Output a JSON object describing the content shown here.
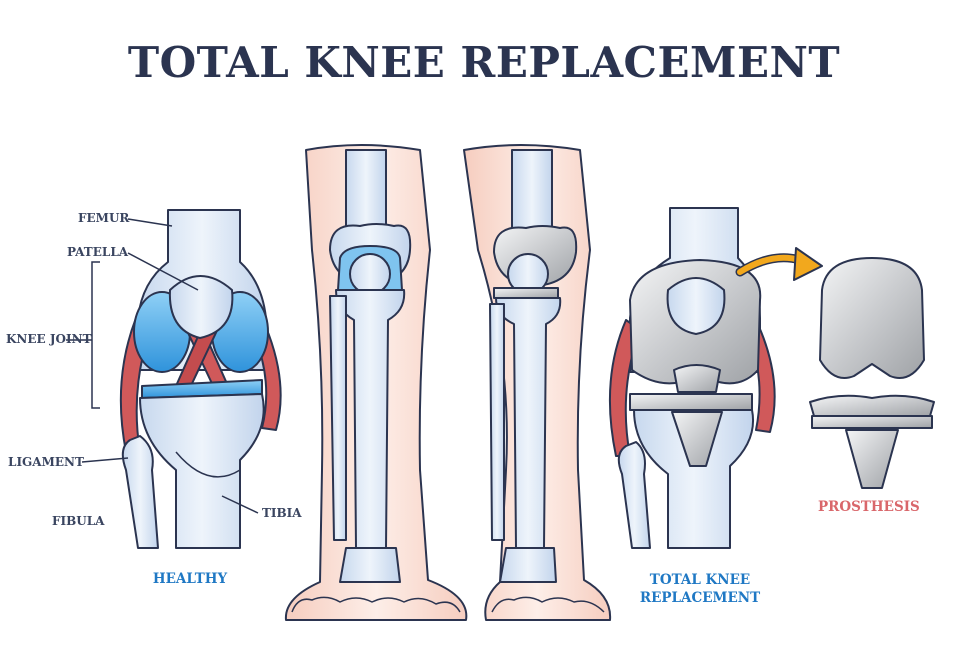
{
  "title": "TOTAL KNEE REPLACEMENT",
  "labels": {
    "femur": "FEMUR",
    "patella": "PATELLA",
    "knee_joint": "KNEE JOINT",
    "ligament": "LIGAMENT",
    "fibula": "FIBULA",
    "tibia": "TIBIA"
  },
  "captions": {
    "healthy": "HEALTHY",
    "total_knee_line1": "TOTAL KNEE",
    "total_knee_line2": "REPLACEMENT",
    "prosthesis": "PROSTHESIS"
  },
  "colors": {
    "title": "#2b3450",
    "label": "#3a4560",
    "caption_blue": "#1f78c4",
    "caption_red": "#d9676b",
    "bone": "#d8e6f6",
    "cartilage": "#4aa8e6",
    "ligament": "#d0595a",
    "skin": "#f7d6cc",
    "implant": "#c8cacc",
    "arrow": "#f2a81d"
  }
}
